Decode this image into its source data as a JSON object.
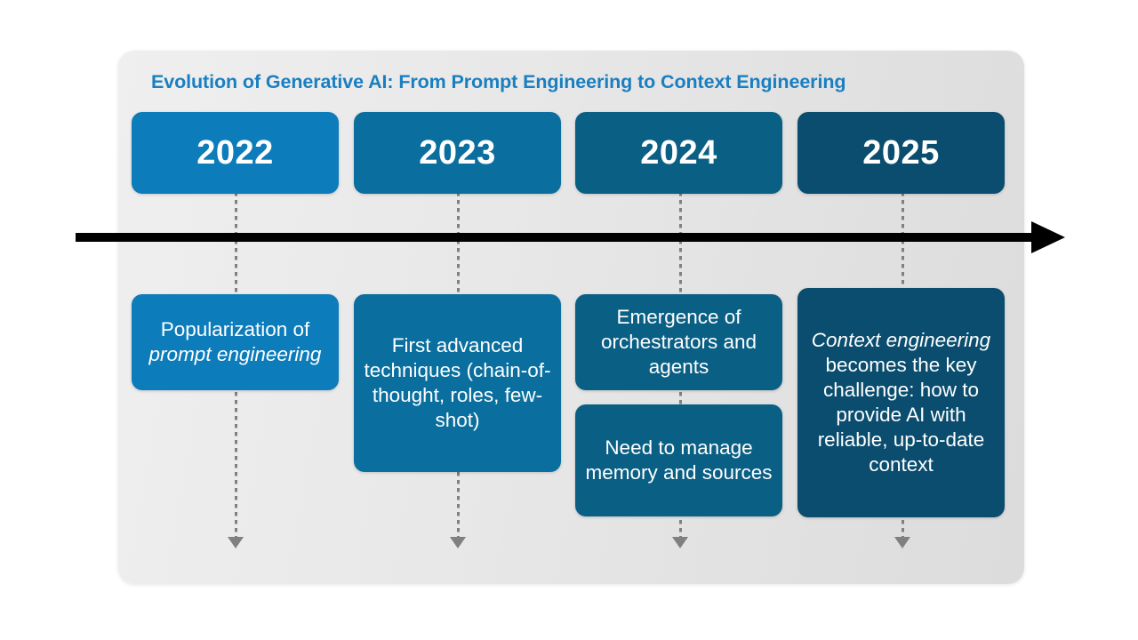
{
  "slide": {
    "title": "Evolution of Generative AI: From Prompt Engineering to Context Engineering",
    "title_color": "#1a7fc1",
    "panel_background_from": "#efefef",
    "panel_background_to": "#dcdcdc",
    "timeline_arrow_color": "#000000",
    "connector_color": "#808080"
  },
  "columns": [
    {
      "year": "2022",
      "year_color": "#0d7cba",
      "cards": [
        {
          "color": "#0d7cba",
          "segments": [
            {
              "text": "Popularization of ",
              "italic": false
            },
            {
              "text": "prompt engineering",
              "italic": true
            }
          ],
          "plain_text": "Popularization of prompt engineering"
        }
      ]
    },
    {
      "year": "2023",
      "year_color": "#0a6f9e",
      "cards": [
        {
          "color": "#0a6f9e",
          "segments": [
            {
              "text": "First advanced techniques (chain-of-thought, roles, few-shot)",
              "italic": false
            }
          ],
          "plain_text": "First advanced techniques (chain-of-thought, roles, few-shot)"
        }
      ]
    },
    {
      "year": "2024",
      "year_color": "#0a5f84",
      "cards": [
        {
          "color": "#0a5f84",
          "segments": [
            {
              "text": "Emergence of orchestrators and agents",
              "italic": false
            }
          ],
          "plain_text": "Emergence of orchestrators and agents"
        },
        {
          "color": "#0a5f84",
          "segments": [
            {
              "text": "Need to manage memory and sources",
              "italic": false
            }
          ],
          "plain_text": "Need to manage memory and sources"
        }
      ]
    },
    {
      "year": "2025",
      "year_color": "#0a4d6e",
      "cards": [
        {
          "color": "#0a4d6e",
          "segments": [
            {
              "text": "Context engineering",
              "italic": true
            },
            {
              "text": " becomes the key challenge: how to provide AI with reliable, up-to-date context",
              "italic": false
            }
          ],
          "plain_text": "Context engineering becomes the key challenge: how to provide AI with reliable, up-to-date context"
        }
      ]
    }
  ]
}
